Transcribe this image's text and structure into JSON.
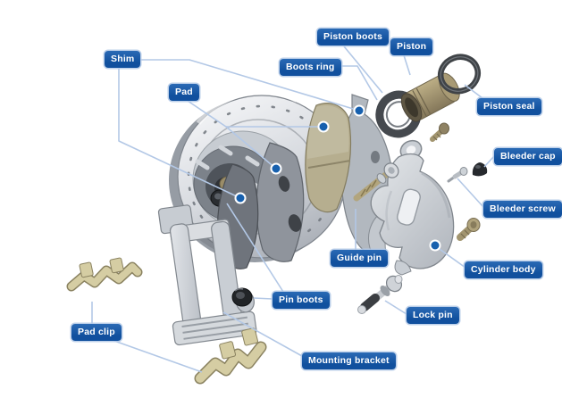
{
  "labels": {
    "shim": "Shim",
    "pad": "Pad",
    "piston_boots": "Piston boots",
    "piston": "Piston",
    "boots_ring": "Boots ring",
    "piston_seal": "Piston seal",
    "bleeder_cap": "Bleeder cap",
    "bleeder_screw": "Bleeder screw",
    "cylinder_body": "Cylinder body",
    "guide_pin": "Guide pin",
    "lock_pin": "Lock pin",
    "pin_boots": "Pin boots",
    "mounting_bracket": "Mounting bracket",
    "pad_clip": "Pad clip"
  },
  "colors": {
    "label_bg": "#11509e",
    "label_bg_top": "#2a6ab5",
    "label_text": "#ffffff",
    "leader_line": "#b3c8e6",
    "callout_dot": "#1760ae"
  }
}
